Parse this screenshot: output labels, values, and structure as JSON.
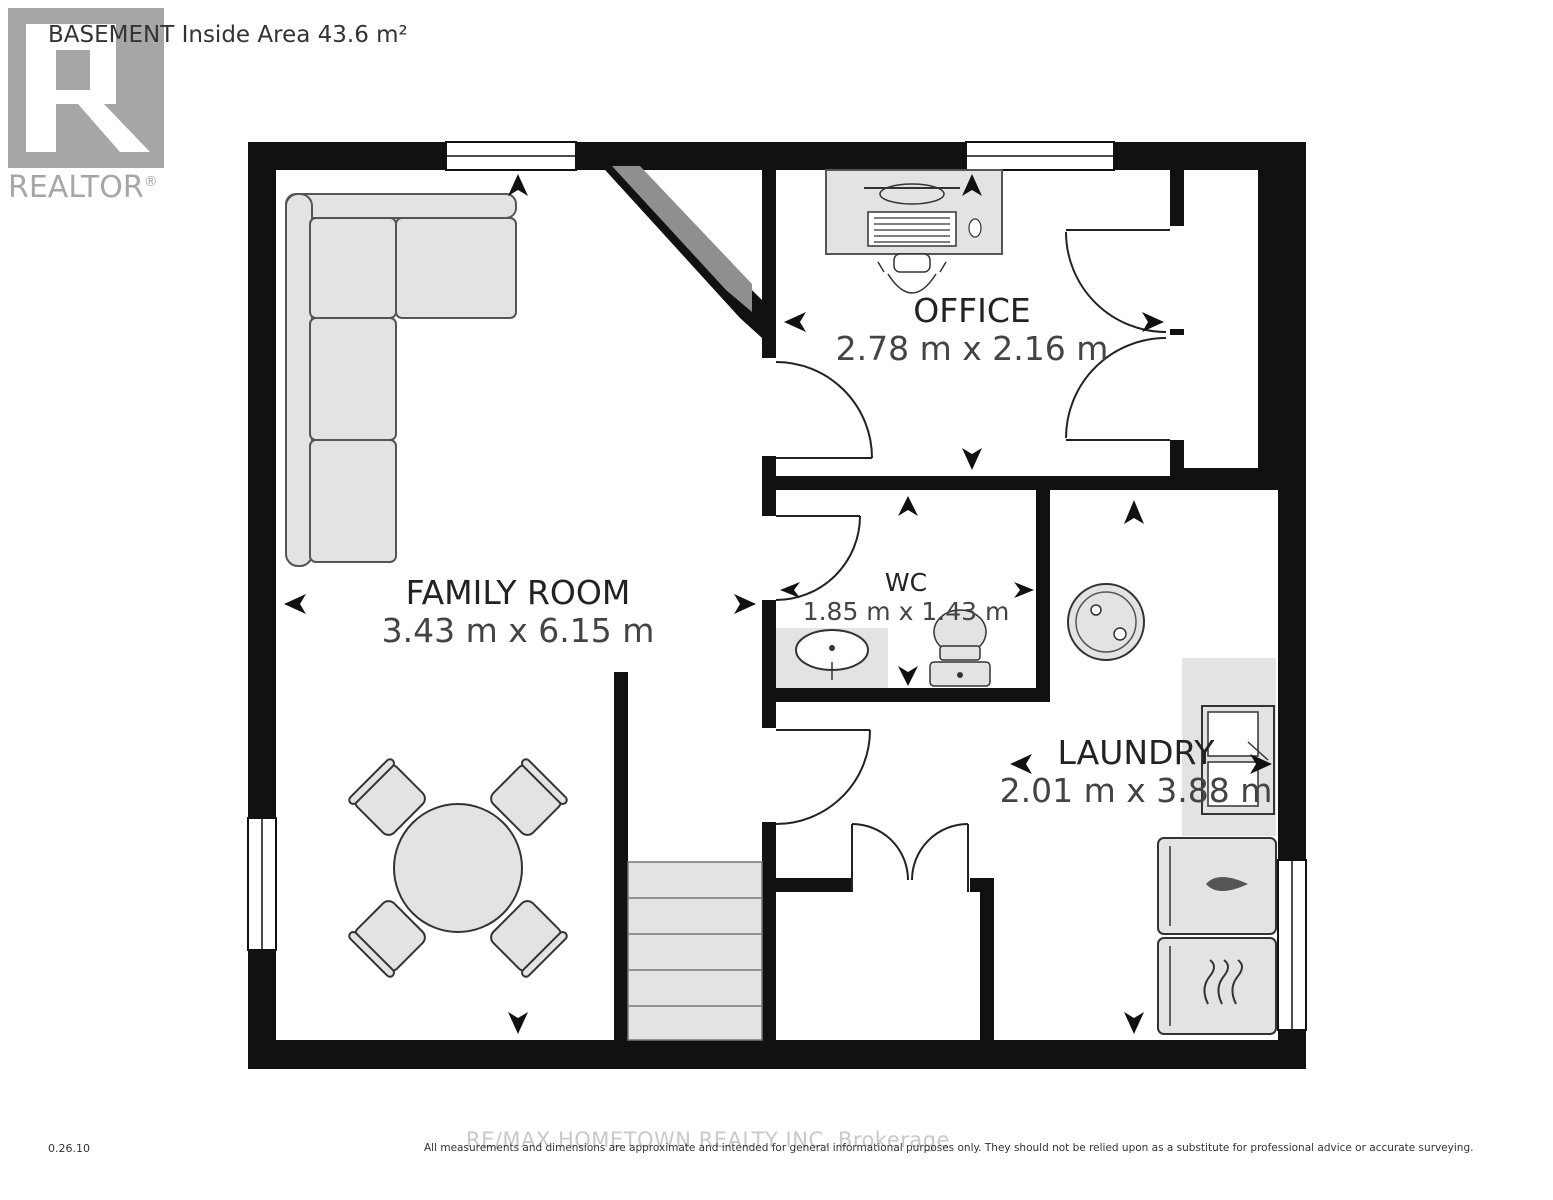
{
  "header": {
    "title": "BASEMENT Inside Area 43.6 m²"
  },
  "logo": {
    "text": "REALTOR",
    "mark": "®"
  },
  "rooms": {
    "family": {
      "name": "FAMILY ROOM",
      "dims": "3.43 m x 6.15 m"
    },
    "office": {
      "name": "OFFICE",
      "dims": "2.78 m x 2.16 m"
    },
    "wc": {
      "name": "WC",
      "dims": "1.85 m x 1.43 m"
    },
    "laundry": {
      "name": "LAUNDRY",
      "dims": "2.01 m x 3.88 m"
    }
  },
  "footer": {
    "version": "0.26.10",
    "disclaimer": "All measurements and dimensions are approximate and intended for general informational purposes only. They should not be relied upon as a substitute for professional advice or accurate surveying.",
    "watermark": "RE/MAX HOMETOWN REALTY INC. Brokerage"
  },
  "colors": {
    "wall": "#111111",
    "fixture_fill": "#e3e3e3",
    "fixture_stroke": "#555555",
    "logo": "#a6a6a6"
  }
}
